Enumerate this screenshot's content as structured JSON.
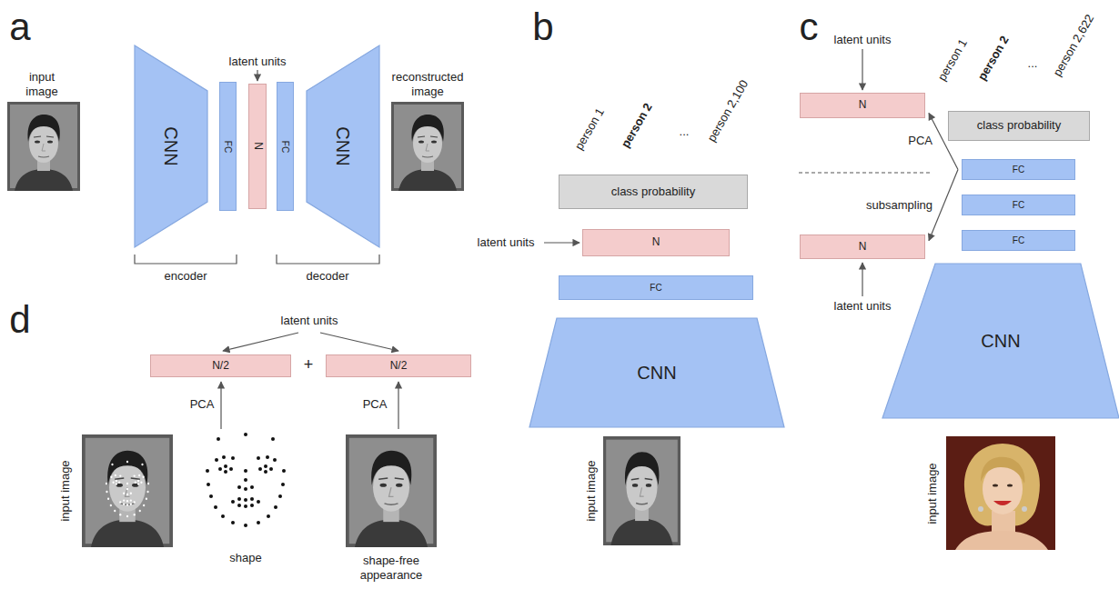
{
  "diagram": {
    "nodes": [
      {
        "text": [
          "CNN"
        ]
      },
      {
        "text": [
          "FC"
        ]
      },
      {
        "text": [
          "N"
        ]
      },
      {
        "text": [
          "FC"
        ]
      },
      {
        "text": [
          "CNN"
        ]
      },
      {
        "text": [
          "class probability"
        ]
      },
      {
        "text": [
          "N"
        ]
      },
      {
        "text": [
          "FC"
        ]
      },
      {
        "text": [
          "CNN"
        ]
      },
      {
        "text": [
          "N"
        ]
      },
      {
        "text": [
          "class probability"
        ]
      },
      {
        "text": [
          "FC"
        ]
      },
      {
        "text": [
          "FC"
        ]
      },
      {
        "text": [
          "FC"
        ]
      },
      {
        "text": [
          "N"
        ]
      },
      {
        "text": [
          "CNN"
        ]
      },
      {
        "text": [
          "N/2"
        ]
      },
      {
        "text": [
          "N/2"
        ]
      }
    ],
    "edges": [
      {
        "from": 11,
        "to": 9,
        "label": "PCA",
        "arrow": "to"
      },
      {
        "from": 11,
        "to": 14,
        "label": "subsampling",
        "arrow": "to"
      }
    ],
    "labels": [
      "a",
      "input image",
      "reconstructed image",
      "latent units",
      "encoder",
      "decoder",
      "b",
      "person 1",
      "person 2",
      "...",
      "person 2,100",
      "latent units",
      "input image",
      "c",
      "latent units",
      "person 1",
      "person 2",
      "...",
      "person 2,622",
      "latent units",
      "input image",
      "d",
      "latent units",
      "+",
      "PCA",
      "PCA",
      "input image",
      "shape",
      "shape-free appearance"
    ]
  }
}
